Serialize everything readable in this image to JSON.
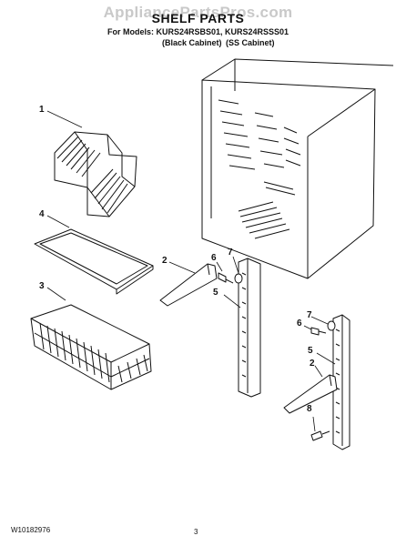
{
  "watermark": "AppliancePartsPros.com",
  "header": {
    "title": "SHELF PARTS",
    "subtitle": "For Models: KURS24RSBS01, KURS24RSSS01",
    "cabinet_black": "(Black Cabinet)",
    "cabinet_ss": "(SS Cabinet)"
  },
  "callouts": {
    "c1": "1",
    "c4": "4",
    "c3": "3",
    "c2a": "2",
    "c6a": "6",
    "c7a": "7",
    "c5a": "5",
    "c7b": "7",
    "c6b": "6",
    "c5b": "5",
    "c2b": "2",
    "c8": "8"
  },
  "footer": {
    "doc_number": "W10182976",
    "page_number": "3"
  }
}
